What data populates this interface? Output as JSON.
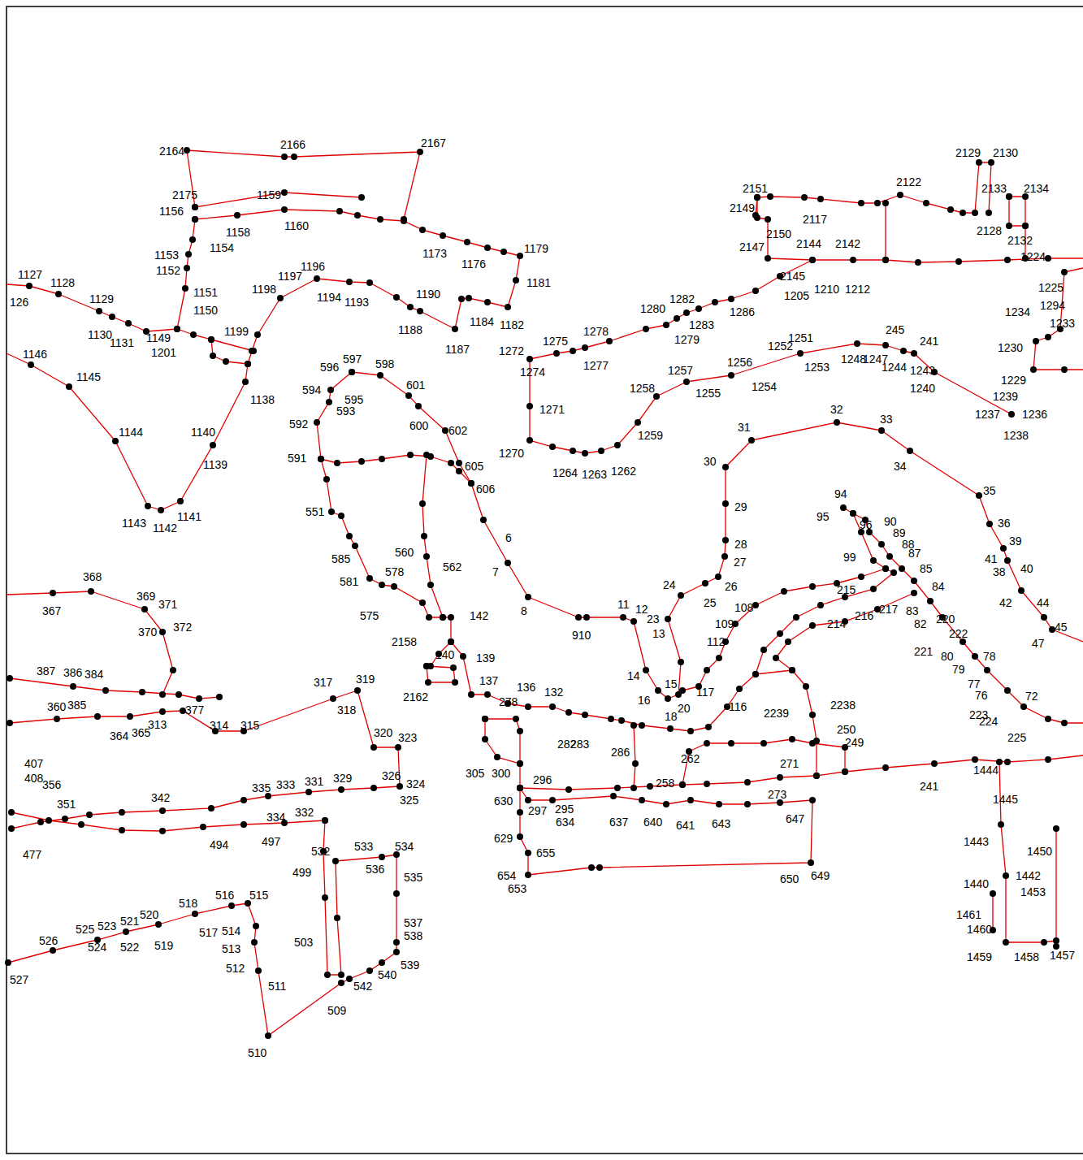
{
  "diagram": {
    "labels": [
      "2164",
      "2166",
      "2167",
      "2175",
      "1156",
      "1153",
      "1152",
      "1151",
      "1150",
      "1154",
      "1158",
      "1159",
      "1160",
      "1173",
      "1176",
      "1179",
      "1181",
      "1182",
      "1184",
      "1187",
      "1188",
      "1190",
      "1193",
      "1194",
      "1196",
      "1197",
      "1198",
      "1199",
      "1201",
      "1149",
      "1138",
      "1140",
      "1139",
      "1141",
      "1142",
      "1143",
      "1144",
      "1145",
      "1146",
      "1127",
      "1128",
      "1129",
      "1130",
      "1131",
      "126",
      "596",
      "597",
      "598",
      "601",
      "600",
      "602",
      "605",
      "606",
      "594",
      "595",
      "593",
      "592",
      "591",
      "551",
      "585",
      "581",
      "578",
      "575",
      "562",
      "560",
      "142",
      "139",
      "137",
      "2158",
      "2162",
      "140",
      "6",
      "7",
      "8",
      "910",
      "11",
      "12",
      "23",
      "13",
      "14",
      "15",
      "24",
      "25",
      "26",
      "27",
      "28",
      "29",
      "30",
      "31",
      "32",
      "33",
      "34",
      "35",
      "36",
      "39",
      "40",
      "38",
      "41",
      "42",
      "44",
      "45",
      "47",
      "2129",
      "2130",
      "2133",
      "2134",
      "2151",
      "2149",
      "2117",
      "2122",
      "2150",
      "2144",
      "2147",
      "2142",
      "2132",
      "2128",
      "1224",
      "2145",
      "1205",
      "1210",
      "1212",
      "1225",
      "1294",
      "1234",
      "1233",
      "1280",
      "1282",
      "1279",
      "1283",
      "1286",
      "1278",
      "1275",
      "1277",
      "1272",
      "1274",
      "1271",
      "1270",
      "1264",
      "1263",
      "1262",
      "1259",
      "1258",
      "1257",
      "1256",
      "1255",
      "1254",
      "1252",
      "1251",
      "1253",
      "1248",
      "1247",
      "245",
      "241",
      "1244",
      "1243",
      "1240",
      "1239",
      "1229",
      "1237",
      "1236",
      "1238",
      "1230",
      "94",
      "95",
      "96",
      "90",
      "89",
      "88",
      "87",
      "85",
      "84",
      "99",
      "83",
      "82",
      "220",
      "222",
      "221",
      "80",
      "79",
      "78",
      "77",
      "76",
      "72",
      "223",
      "224",
      "225",
      "217",
      "216",
      "214",
      "215",
      "108",
      "109",
      "112",
      "116",
      "117",
      "20",
      "18",
      "16",
      "2239",
      "2238",
      "250",
      "249",
      "262",
      "258",
      "273",
      "271",
      "278",
      "136",
      "132",
      "305",
      "300",
      "296",
      "630",
      "297",
      "295",
      "634",
      "629",
      "655",
      "654",
      "653",
      "637",
      "640",
      "641",
      "643",
      "647",
      "650",
      "649",
      "286",
      "282",
      "283",
      "241",
      "1444",
      "1445",
      "1443",
      "1440",
      "1461",
      "1460",
      "1459",
      "1458",
      "1457",
      "1450",
      "1442",
      "1453",
      "367",
      "368",
      "369",
      "371",
      "370",
      "372",
      "317",
      "319",
      "318",
      "314",
      "315",
      "320",
      "323",
      "326",
      "324",
      "325",
      "335",
      "333",
      "331",
      "329",
      "342",
      "334",
      "332",
      "497",
      "494",
      "477",
      "387",
      "386",
      "384",
      "385",
      "364",
      "365",
      "313",
      "377",
      "360",
      "356",
      "351",
      "407",
      "408",
      "527",
      "526",
      "525",
      "523",
      "524",
      "522",
      "521",
      "520",
      "519",
      "518",
      "516",
      "515",
      "517",
      "514",
      "513",
      "512",
      "511",
      "510",
      "499",
      "532",
      "533",
      "534",
      "535",
      "536",
      "537",
      "538",
      "539",
      "540",
      "542",
      "503",
      "509"
    ]
  }
}
